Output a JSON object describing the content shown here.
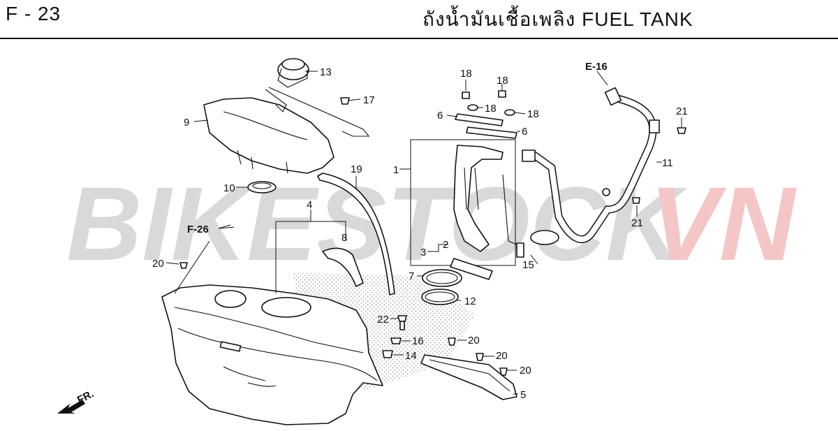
{
  "header": {
    "page_code": "F - 23",
    "title": "ถังน้ำมันเชื้อเพลิง  FUEL TANK"
  },
  "watermark": {
    "text_main": "BIKESTOCK",
    "text_accent": "VN",
    "color_main": "#d9d9d9",
    "color_accent": "#f4c6c6"
  },
  "references": {
    "e16": "E-16",
    "f26": "F-26",
    "front": "FR."
  },
  "callouts": {
    "c1": "1",
    "c2": "2",
    "c3": "3",
    "c4": "4",
    "c5": "5",
    "c6a": "6",
    "c6b": "6",
    "c7": "7",
    "c8": "8",
    "c9": "9",
    "c10": "10",
    "c11": "11",
    "c12": "12",
    "c13": "13",
    "c14": "14",
    "c15": "15",
    "c16": "16",
    "c17": "17",
    "c18a": "18",
    "c18b": "18",
    "c18c": "18",
    "c18d": "18",
    "c19": "19",
    "c20a": "20",
    "c20b": "20",
    "c20c": "20",
    "c20d": "20",
    "c21a": "21",
    "c21b": "21",
    "c22": "22"
  }
}
